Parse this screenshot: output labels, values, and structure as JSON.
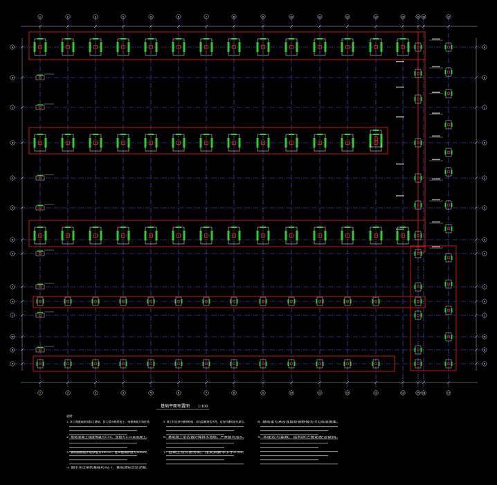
{
  "drawing": {
    "title": "基础平面布置图",
    "scale": "1:100",
    "colors": {
      "background": "#000000",
      "grid": "#5a5ad2",
      "pad_outline": "#d7d7d7",
      "pad_fill": "#2ad12a",
      "column": "#e03030",
      "beam": "#e01515",
      "text": "#e8e8e8"
    },
    "grid_labels_x": [
      "1",
      "2",
      "3",
      "4",
      "5",
      "6",
      "7",
      "8",
      "9",
      "10",
      "11",
      "12",
      "13",
      "14",
      "15",
      "16",
      "17"
    ],
    "grid_labels_y": [
      "A",
      "B",
      "C",
      "D",
      "E",
      "F",
      "G",
      "H",
      "J",
      "K",
      "L",
      "M",
      "N",
      "P"
    ],
    "notes_title": "说明：",
    "notes": [
      "1. 本工程基础采用独立基础，持力层为粉质粘土，地基承载力特征值",
      "2. 基础混凝土强度等级为C30，垫层为C15素混凝土。",
      "3. 基础钢筋保护层厚度为40mm，柱纵筋保护层为30mm。",
      "4. 图中未注明的基础均为J-1，基础顶标高见详图。",
      "5. 施工时应进行基槽检验，如与勘察报告不符，应及时通知设计单位。",
      "6. 基础施工前应做好降排水措施，严禁基坑泡水。",
      "7. 回填土应分层夯实，压实系数不小于0.94。",
      "8. 基础梁与承台连接处钢筋做法详见标准图集。",
      "9. 本图应与建筑、结构其它图纸配合使用。"
    ]
  }
}
